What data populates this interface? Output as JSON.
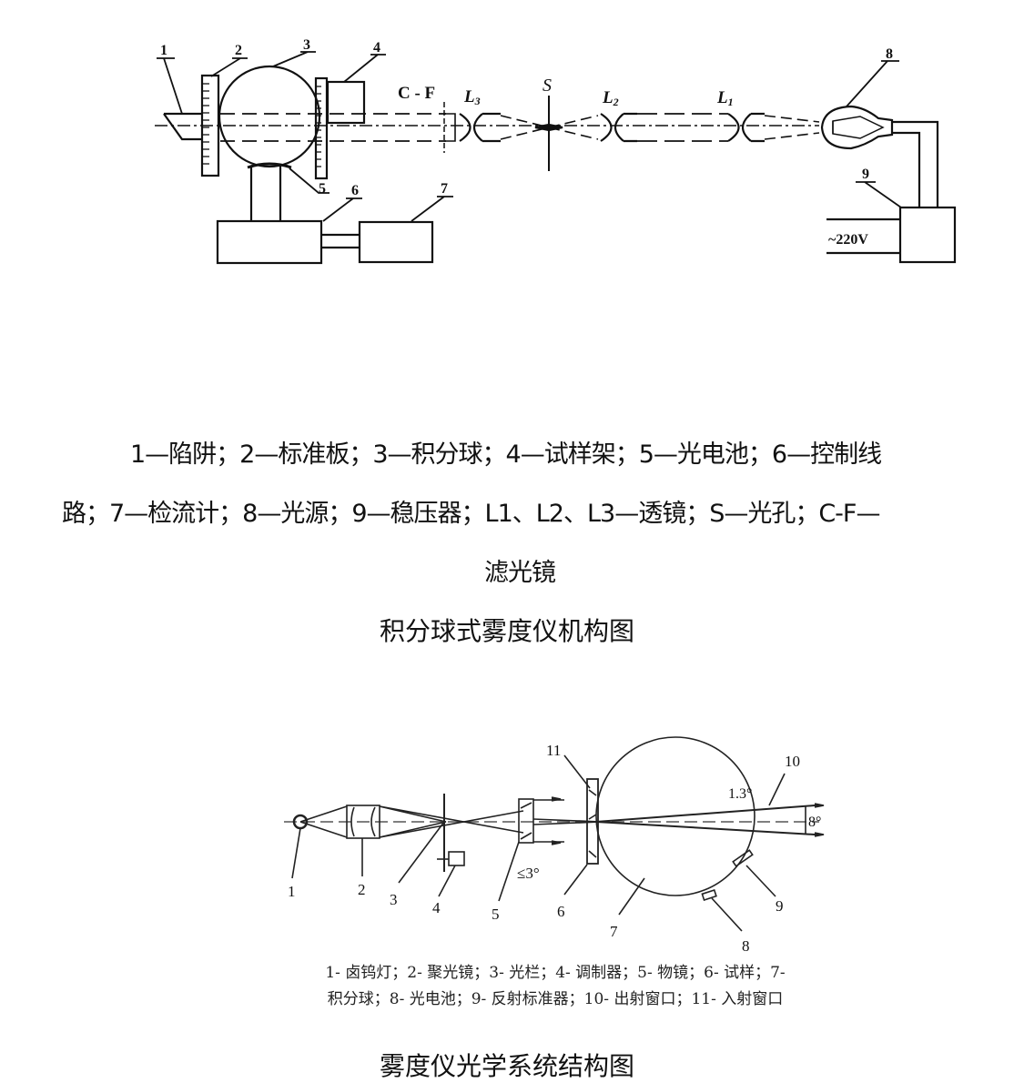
{
  "figure1": {
    "labels": {
      "n1": "1",
      "n2": "2",
      "n3": "3",
      "n4": "4",
      "n5": "5",
      "n6": "6",
      "n7": "7",
      "n8": "8",
      "n9": "9",
      "cf": "C - F",
      "l3": "L",
      "l3_sub": "3",
      "s": "S",
      "l2": "L",
      "l2_sub": "2",
      "l1": "L",
      "l1_sub": "1",
      "voltage": "~220V"
    },
    "legend_line1": "1—陷阱；2—标准板；3—积分球；4—试样架；5—光电池；6—控制线",
    "legend_line2": "路；7—检流计；8—光源；9—稳压器；L1、L2、L3—透镜；S—光孔；C-F—",
    "legend_line3": "滤光镜",
    "caption": "积分球式雾度仪机构图"
  },
  "figure2": {
    "labels": {
      "n1": "1",
      "n2": "2",
      "n3": "3",
      "n4": "4",
      "n5": "5",
      "n6": "6",
      "n7": "7",
      "n8": "8",
      "n9": "9",
      "n10": "10",
      "n11": "11",
      "angle_small": "1.3°",
      "angle_out": "8°",
      "angle_in": "≤3°"
    },
    "legend_line1": "1- 卤钨灯；2- 聚光镜；3- 光栏；4- 调制器；5- 物镜；6- 试样；7-",
    "legend_line2": "积分球；8- 光电池；9- 反射标准器；10- 出射窗口；11- 入射窗口",
    "caption": "雾度仪光学系统结构图"
  }
}
